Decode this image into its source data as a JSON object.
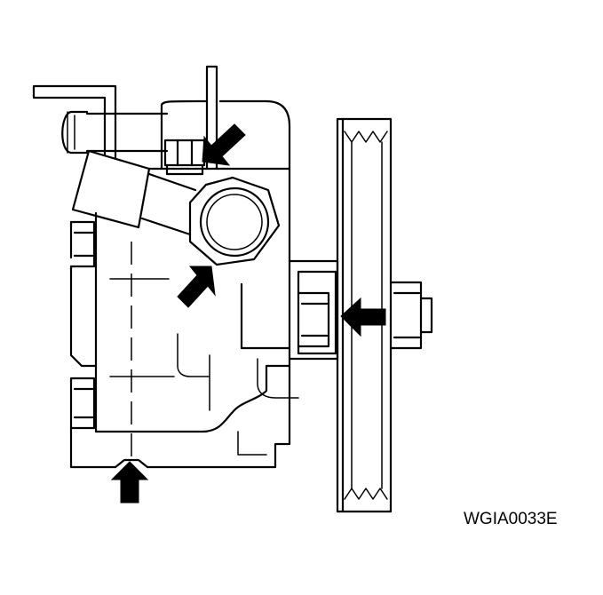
{
  "figure": {
    "id_label": "WGIA0033E"
  },
  "arrows": [
    {
      "name": "arrow-upper-bolt",
      "direction": "down-left"
    },
    {
      "name": "arrow-hex-fitting",
      "direction": "up-right"
    },
    {
      "name": "arrow-pulley-nut",
      "direction": "left"
    },
    {
      "name": "arrow-bottom-bracket",
      "direction": "up"
    }
  ],
  "colors": {
    "line": "#000000",
    "background": "#ffffff"
  }
}
